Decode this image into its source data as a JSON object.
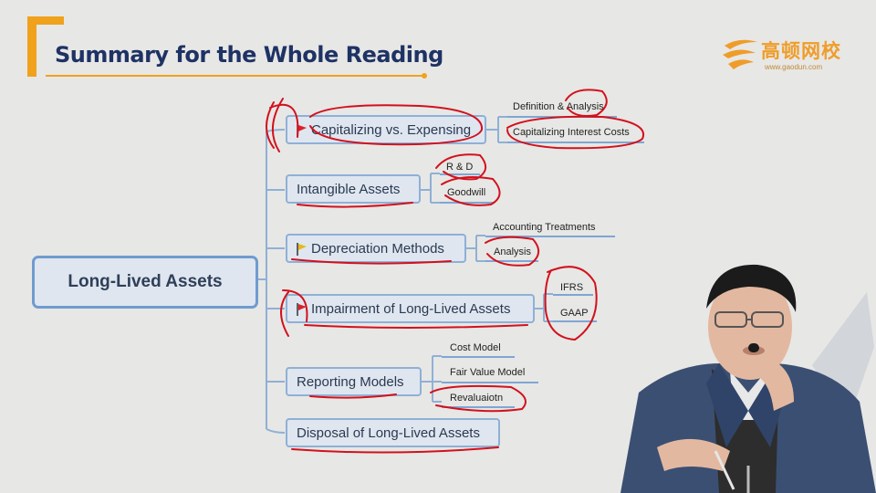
{
  "slide": {
    "title": "Summary for the Whole Reading",
    "logo": {
      "name": "高顿网校",
      "url": "www.gaodun.com"
    }
  },
  "mindmap": {
    "root": "Long-Lived Assets",
    "topics": [
      {
        "label": "Capitalizing vs. Expensing",
        "flag": "red",
        "children": [
          "Definition & Analysis",
          "Capitalizing Interest Costs"
        ]
      },
      {
        "label": "Intangible  Assets",
        "flag": "",
        "children": [
          "R & D",
          "Goodwill"
        ]
      },
      {
        "label": "Depreciation Methods",
        "flag": "yellow",
        "children": [
          "Accounting Treatments",
          "Analysis"
        ]
      },
      {
        "label": "Impairment of Long-Lived Assets",
        "flag": "red",
        "children": [
          "IFRS",
          "GAAP"
        ]
      },
      {
        "label": "Reporting Models",
        "flag": "",
        "children": [
          "Cost Model",
          "Fair Value Model",
          "Revaluaiotn"
        ]
      },
      {
        "label": "Disposal of Long-Lived Assets",
        "flag": "",
        "children": []
      }
    ]
  },
  "colors": {
    "accent": "#f0a21c",
    "title": "#1e3264",
    "node_border": "#8fb0d6",
    "ink": "#d2111d"
  }
}
